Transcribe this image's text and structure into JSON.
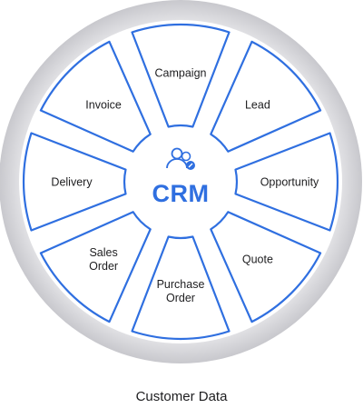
{
  "diagram": {
    "center_label": "CRM",
    "icon": "users-icon",
    "segments": [
      {
        "lines": [
          "Campaign"
        ]
      },
      {
        "lines": [
          "Lead"
        ]
      },
      {
        "lines": [
          "Opportunity"
        ]
      },
      {
        "lines": [
          "Quote"
        ]
      },
      {
        "lines": [
          "Purchase",
          "Order"
        ]
      },
      {
        "lines": [
          "Sales",
          "Order"
        ]
      },
      {
        "lines": [
          "Delivery"
        ]
      },
      {
        "lines": [
          "Invoice"
        ]
      }
    ],
    "caption": "Customer Data"
  }
}
